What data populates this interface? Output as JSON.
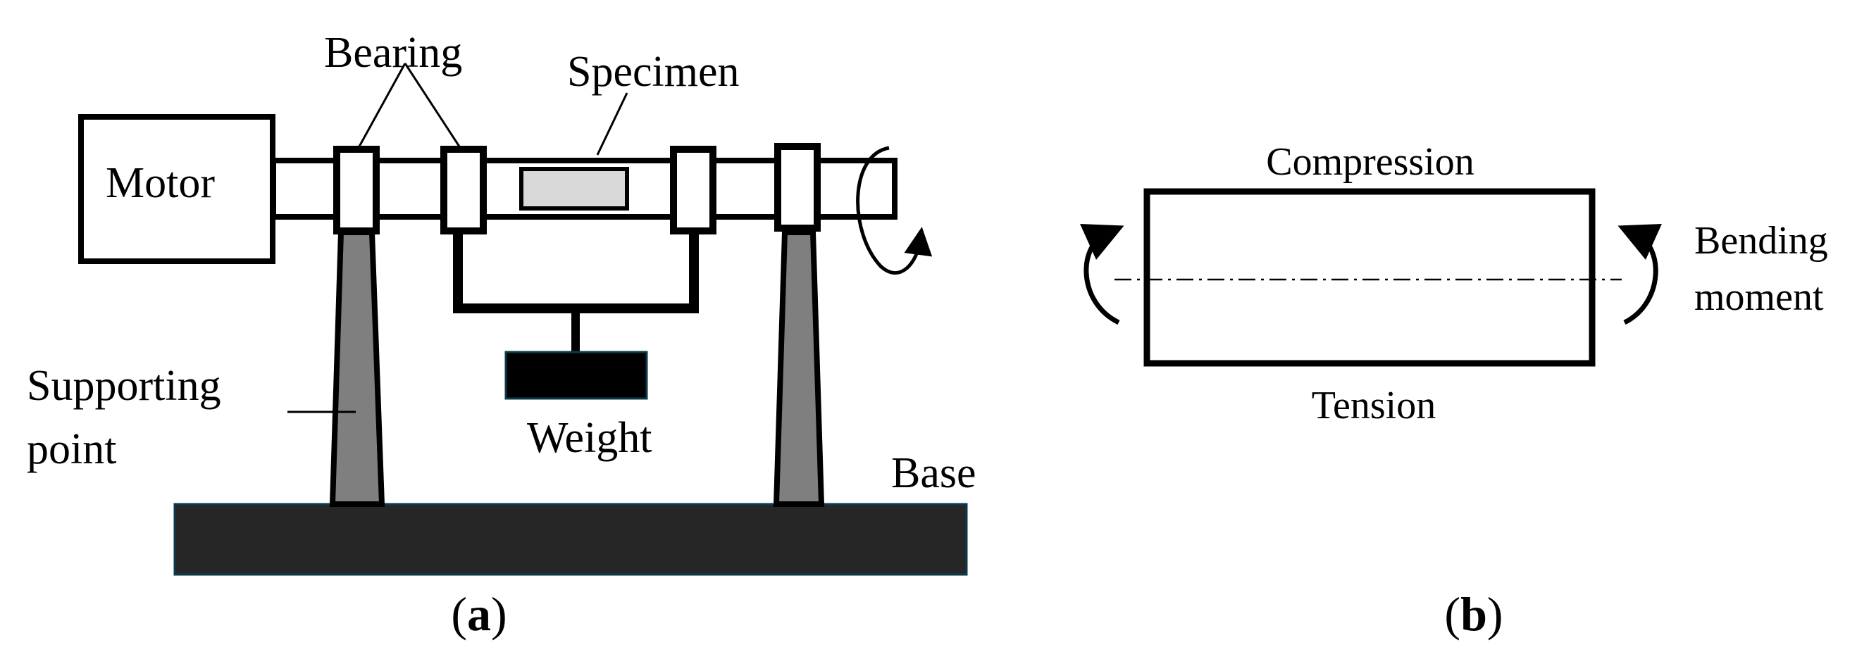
{
  "panel_a": {
    "labels": {
      "motor": "Motor",
      "bearing": "Bearing",
      "specimen": "Specimen",
      "supporting_point_line1": "Supporting",
      "supporting_point_line2": "point",
      "weight": "Weight",
      "base": "Base"
    },
    "caption": {
      "open": "(",
      "letter": "a",
      "close": ")"
    }
  },
  "panel_b": {
    "labels": {
      "compression": "Compression",
      "tension": "Tension",
      "bending_moment_line1": "Bending",
      "bending_moment_line2": "moment"
    },
    "caption": {
      "open": "(",
      "letter": "b",
      "close": ")"
    }
  },
  "colors": {
    "stroke": "#000000",
    "specimen_fill": "#d9d9d9",
    "support_fill": "#7f7f7f",
    "base_fill": "#262626",
    "weight_fill": "#000000"
  }
}
